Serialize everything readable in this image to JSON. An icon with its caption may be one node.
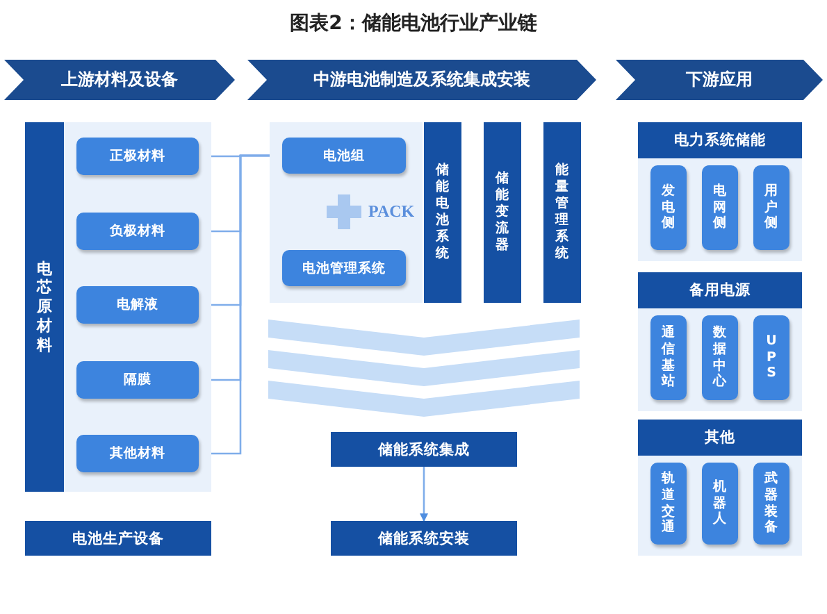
{
  "diagram": {
    "title": "图表2：储能电池行业产业链",
    "nodes": [
      {
        "text": [
          "上游材料及设备"
        ]
      },
      {
        "text": [
          "中游电池制造及系统集成安装"
        ]
      },
      {
        "text": [
          "下游应用"
        ]
      },
      {
        "text": [
          "电芯原材料"
        ]
      },
      {
        "text": [],
        "shape": "box"
      },
      {
        "text": [
          "正极材料"
        ],
        "in": 4
      },
      {
        "text": [
          "负极材料"
        ],
        "in": 4
      },
      {
        "text": [
          "电解液"
        ],
        "in": 4
      },
      {
        "text": [
          "隔膜"
        ],
        "in": 4
      },
      {
        "text": [
          "其他材料"
        ],
        "in": 4
      },
      {
        "text": [
          "电池生产设备"
        ]
      },
      {
        "text": [],
        "shape": "box"
      },
      {
        "text": [
          "电池组"
        ],
        "in": 11
      },
      {
        "text": [
          "电池管理系统"
        ],
        "in": 11
      },
      {
        "text": [
          "储能电池系统"
        ]
      },
      {
        "text": [
          "储能变流器"
        ]
      },
      {
        "text": [
          "能量管理系统"
        ]
      },
      {
        "text": [
          "储能系统集成"
        ]
      },
      {
        "text": [
          "储能系统安装"
        ]
      },
      {
        "text": [
          "电力系统储能"
        ]
      },
      {
        "text": [],
        "shape": "box"
      },
      {
        "text": [
          "发电侧"
        ],
        "in": 20
      },
      {
        "text": [
          "电网侧"
        ],
        "in": 20
      },
      {
        "text": [
          "用户侧"
        ],
        "in": 20
      },
      {
        "text": [
          "备用电源"
        ]
      },
      {
        "text": [],
        "shape": "box"
      },
      {
        "text": [
          "通信基站"
        ],
        "in": 25
      },
      {
        "text": [
          "数据中心"
        ],
        "in": 25
      },
      {
        "text": [
          "UPS"
        ],
        "in": 25
      },
      {
        "text": [
          "其他"
        ]
      },
      {
        "text": [],
        "shape": "box"
      },
      {
        "text": [
          "轨道交通"
        ],
        "in": 30
      },
      {
        "text": [
          "机器人"
        ],
        "in": 30
      },
      {
        "text": [
          "武器装备"
        ],
        "in": 30
      }
    ],
    "edges": [
      {
        "from": 5,
        "to": 12,
        "arrow": "to"
      },
      {
        "from": 6,
        "to": 12,
        "arrow": "to"
      },
      {
        "from": 7,
        "to": 12,
        "arrow": "to"
      },
      {
        "from": 8,
        "to": 12,
        "arrow": "to"
      },
      {
        "from": 9,
        "to": 12,
        "arrow": "to"
      },
      {
        "from": 17,
        "to": 18,
        "arrow": "to"
      }
    ],
    "labels": [
      "PACK"
    ]
  }
}
